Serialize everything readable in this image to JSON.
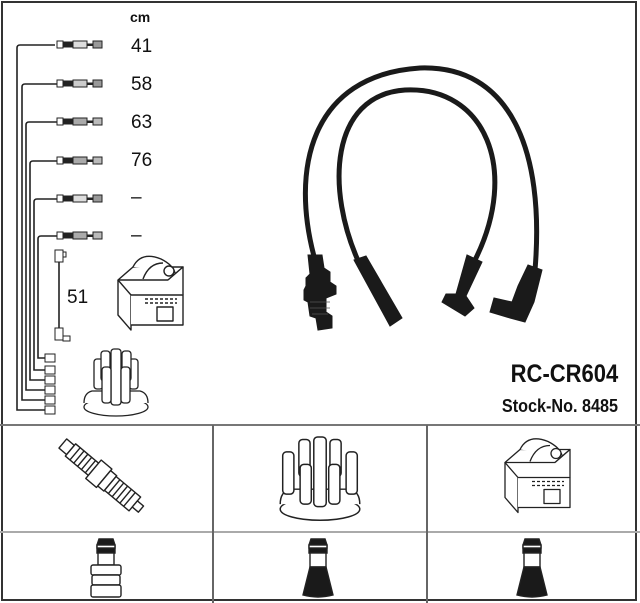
{
  "product": {
    "title": "RC-CR604",
    "stock_label": "Stock-No. 8485"
  },
  "diagram": {
    "unit": "cm",
    "leads": [
      {
        "index": 1,
        "length": "41"
      },
      {
        "index": 2,
        "length": "58"
      },
      {
        "index": 3,
        "length": "63"
      },
      {
        "index": 4,
        "length": "76"
      },
      {
        "index": 5,
        "length": "–"
      },
      {
        "index": 6,
        "length": "–"
      }
    ],
    "coil_lead_length": "51"
  },
  "icons": {
    "main_image": "ignition-cable-set-icon",
    "coil": "ignition-coil-icon",
    "distributor_cap": "distributor-cap-icon",
    "spark_plug": "spark-plug-icon",
    "plug_boot_straight": "plug-connector-icon",
    "boot_dist": "cap-connector-icon",
    "boot_coil": "coil-connector-icon"
  },
  "colors": {
    "line": "#222222",
    "grid": "#777777",
    "cable": "#1a1a1a"
  }
}
